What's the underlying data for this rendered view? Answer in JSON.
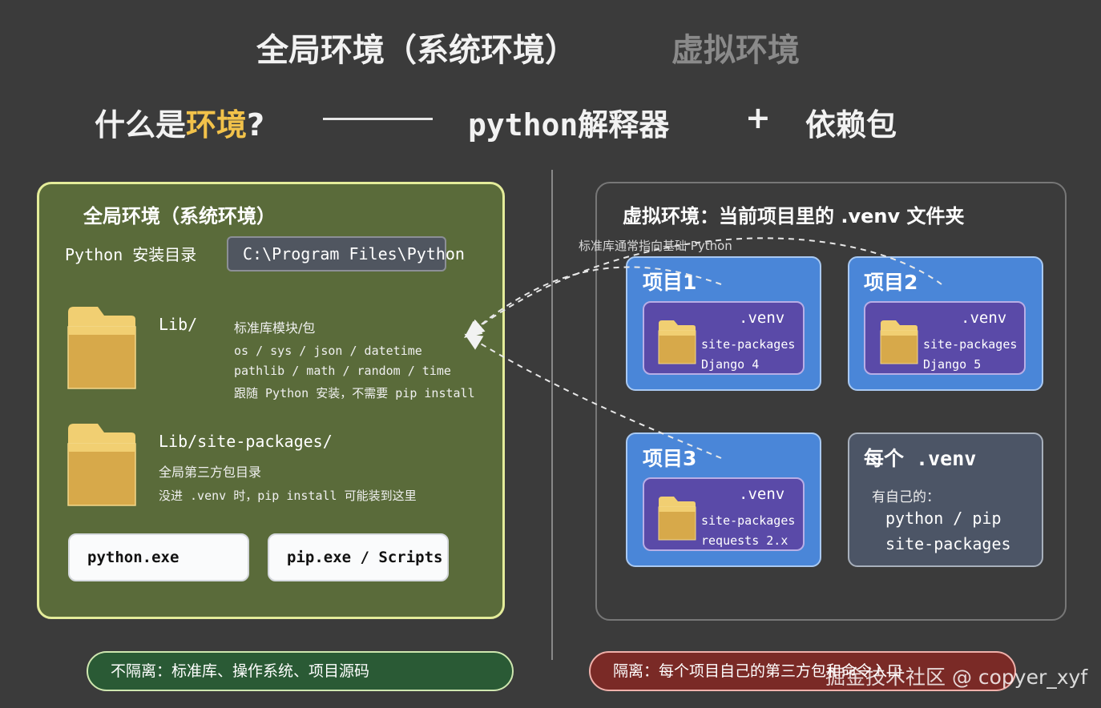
{
  "header": {
    "title_global": "全局环境（系统环境）",
    "title_virtual": "虚拟环境"
  },
  "question": {
    "prefix": "什么是",
    "highlight": "环境",
    "suffix": "?",
    "interpreter": "python解释器",
    "plus": "+",
    "deps": "依赖包"
  },
  "global_env": {
    "title": "全局环境（系统环境）",
    "install_label": "Python 安装目录",
    "install_path": "C:\\Program Files\\Python",
    "lib": {
      "name": "Lib/",
      "desc": "标准库模块/包",
      "line1": "os / sys / json / datetime",
      "line2": "pathlib / math / random / time",
      "line3": "跟随 Python 安装，不需要 pip install"
    },
    "site_packages": {
      "name": "Lib/site-packages/",
      "desc": "全局第三方包目录",
      "note": "没进 .venv 时，pip install 可能装到这里"
    },
    "python_exe": "python.exe",
    "pip_exe": "pip.exe / Scripts"
  },
  "virtual_env": {
    "title": "虚拟环境：当前项目里的 .venv 文件夹",
    "arc_label": "标准库通常指向基础 Python",
    "projects": [
      {
        "title": "项目1",
        "venv": ".venv",
        "sp": "site-packages",
        "pkg": "Django 4"
      },
      {
        "title": "项目2",
        "venv": ".venv",
        "sp": "site-packages",
        "pkg": "Django 5"
      },
      {
        "title": "项目3",
        "venv": ".venv",
        "sp": "site-packages",
        "pkg": "requests 2.x"
      }
    ],
    "each": {
      "title": "每个 .venv",
      "sub": "有自己的：",
      "line1": "python / pip",
      "line2": "site-packages"
    }
  },
  "footer": {
    "green_pill": "不隔离：标准库、操作系统、项目源码",
    "red_pill": "隔离：每个项目自己的第三方包和命令入口",
    "watermark": "掘金技术社区 @ copyer_xyf"
  },
  "colors": {
    "background": "#3b3b3b",
    "global_panel": "#5a6b3a",
    "project_blue": "#4a86d8",
    "venv_purple": "#5a4aa8",
    "highlight_yellow": "#f2c24a",
    "folder_yellow": "#d9ab4a"
  }
}
